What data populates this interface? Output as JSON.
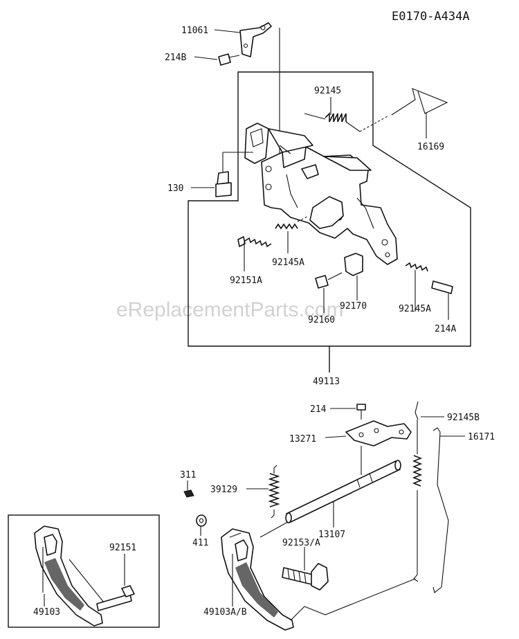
{
  "diagram_code": "E0170-A434A",
  "watermark": "eReplacementParts.com",
  "labels": {
    "p11061": "11061",
    "p214B": "214B",
    "p92145": "92145",
    "p16169": "16169",
    "p130": "130",
    "p92151A": "92151A",
    "p92145A_left": "92145A",
    "p92160": "92160",
    "p92170": "92170",
    "p92145A_right": "92145A",
    "p214A": "214A",
    "p49113": "49113",
    "p214": "214",
    "p92145B": "92145B",
    "p13271": "13271",
    "p16171": "16171",
    "p311": "311",
    "p39129": "39129",
    "p13107": "13107",
    "p411": "411",
    "p92153A": "92153/A",
    "p92151": "92151",
    "p49103": "49103",
    "p49103AB": "49103A/B"
  }
}
